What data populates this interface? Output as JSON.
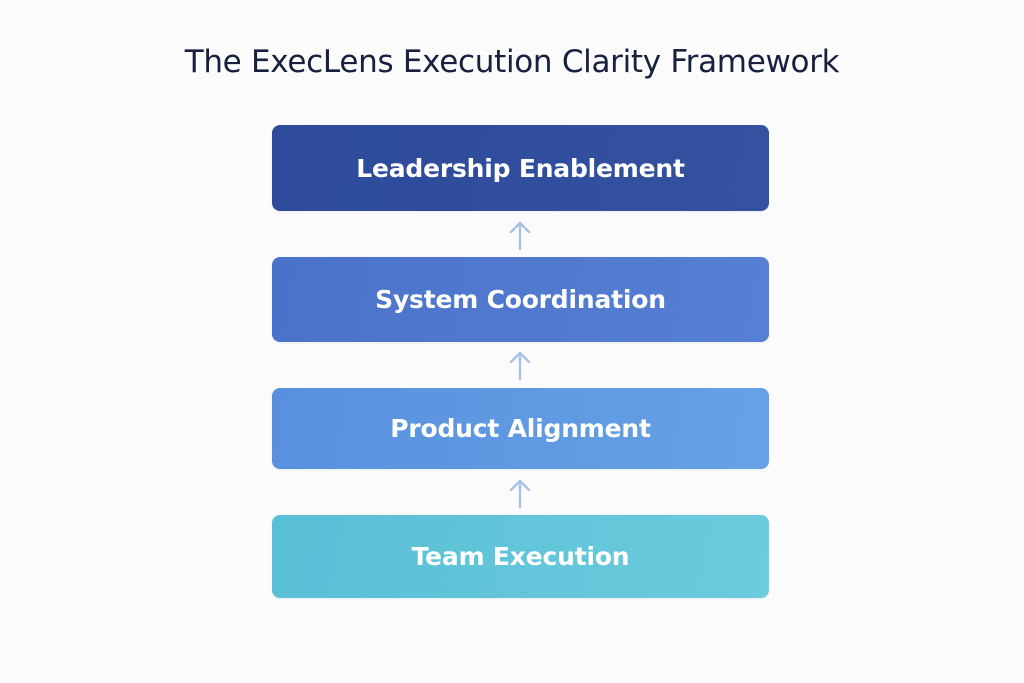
{
  "title": "The ExecLens Execution Clarity Framework",
  "layers": [
    {
      "label": "Leadership Enablement",
      "color_start": "#2d4a9b",
      "color_end": "#34529f"
    },
    {
      "label": "System Coordination",
      "color_start": "#4a72ca",
      "color_end": "#5680d3"
    },
    {
      "label": "Product Alignment",
      "color_start": "#5890de",
      "color_end": "#66a2e5"
    },
    {
      "label": "Team Execution",
      "color_start": "#58bfd6",
      "color_end": "#6ccbdd"
    }
  ],
  "connectors": [
    {
      "from": "System Coordination",
      "to": "Leadership Enablement",
      "icon": "arrow-up-icon"
    },
    {
      "from": "Product Alignment",
      "to": "System Coordination",
      "icon": "arrow-up-icon"
    },
    {
      "from": "Team Execution",
      "to": "Product Alignment",
      "icon": "arrow-up-icon"
    }
  ],
  "arrow_color": "#a9c1e6"
}
